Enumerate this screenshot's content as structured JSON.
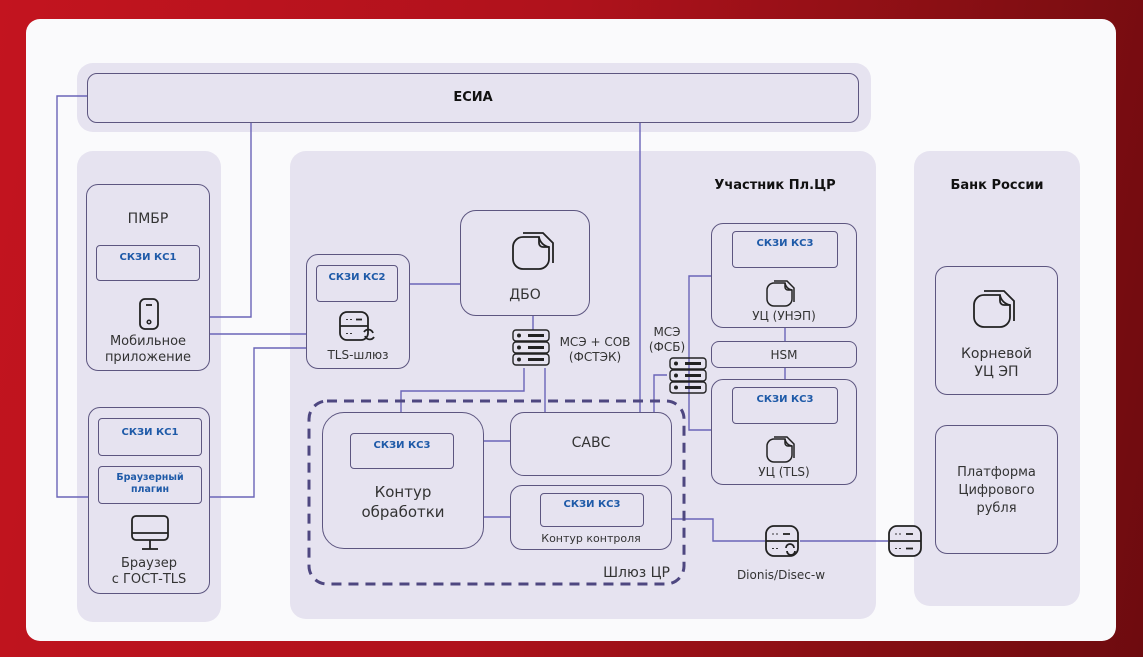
{
  "esia": {
    "title": "ЕСИА"
  },
  "pmbr": {
    "title": "ПМБР",
    "skzi": "СКЗИ КС1",
    "app_label_1": "Мобильное",
    "app_label_2": "приложение"
  },
  "browser": {
    "skzi": "СКЗИ КС1",
    "plugin_1": "Браузерный",
    "plugin_2": "плагин",
    "label_1": "Браузер",
    "label_2": "с ГОСТ-TLS"
  },
  "tls_gateway": {
    "skzi": "СКЗИ КС2",
    "label": "TLS-шлюз"
  },
  "dbo": {
    "label": "ДБО"
  },
  "firewall_fstek": {
    "label_1": "МСЭ + СОВ",
    "label_2": "(ФСТЭК)"
  },
  "firewall_fsb": {
    "label_1": "МСЭ",
    "label_2": "(ФСБ)"
  },
  "participant": {
    "title": "Участник Пл.ЦР",
    "uc_unep": {
      "skzi": "СКЗИ КС3",
      "label": "УЦ (УНЭП)"
    },
    "hsm": {
      "label": "HSM"
    },
    "uc_tls": {
      "skzi": "СКЗИ КС3",
      "label": "УЦ (TLS)"
    }
  },
  "gateway_cr": {
    "label": "Шлюз ЦР",
    "processing": {
      "skzi": "СКЗИ КС3",
      "label_1": "Контур",
      "label_2": "обработки"
    },
    "savs": {
      "label": "САВС"
    },
    "control": {
      "skzi": "СКЗИ КС3",
      "label": "Контур контроля"
    }
  },
  "dionis": {
    "label": "Dionis/Disec-w"
  },
  "bank_russia": {
    "title": "Банк России",
    "root_ca_1": "Корневой",
    "root_ca_2": "УЦ ЭП",
    "platform_1": "Платформа",
    "platform_2": "Цифрового",
    "platform_3": "рубля"
  },
  "colors": {
    "accent_blue": "#1e5aa8",
    "line": "#6a64b8",
    "zone": "#e6e3f0",
    "background_red": "#c3141f"
  }
}
